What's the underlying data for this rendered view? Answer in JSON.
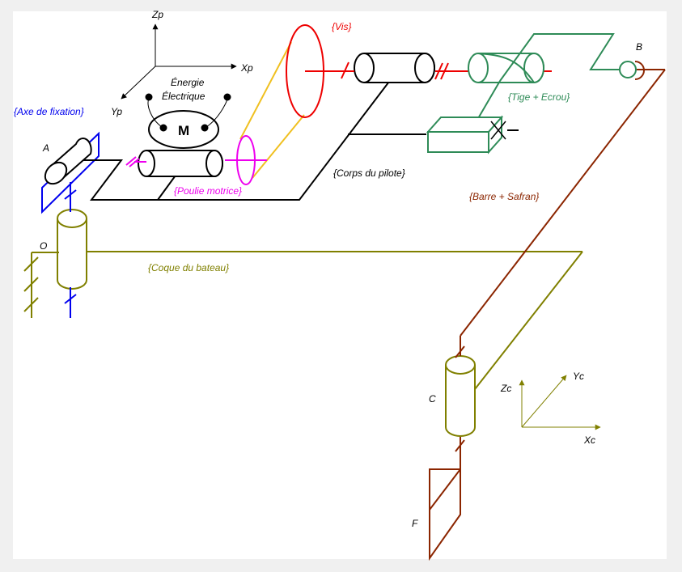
{
  "colors": {
    "background": "#f0f0f0",
    "canvas": "#ffffff",
    "fixation": "#0000ee",
    "vis": "#ee0000",
    "poulie": "#ee00ee",
    "tige": "#2e8b57",
    "safran": "#8b2500",
    "coque": "#808000",
    "pilote": "#000000",
    "belt": "#f0c020"
  },
  "labels": {
    "zp": "Zp",
    "xp": "Xp",
    "yp": "Yp",
    "energie_line1": "Énergie",
    "energie_line2": "Électrique",
    "motor": "M",
    "vis": "{Vis}",
    "b": "B",
    "tige": "{Tige + Ecrou}",
    "axe_fixation": "{Axe de fixation}",
    "a": "A",
    "poulie": "{Poulie motrice}",
    "corps": "{Corps du pilote}",
    "barre": "{Barre + Safran}",
    "o": "O",
    "coque": "{Coque du bateau}",
    "c": "C",
    "zc": "Zc",
    "yc": "Yc",
    "xc": "Xc",
    "f": "F"
  }
}
